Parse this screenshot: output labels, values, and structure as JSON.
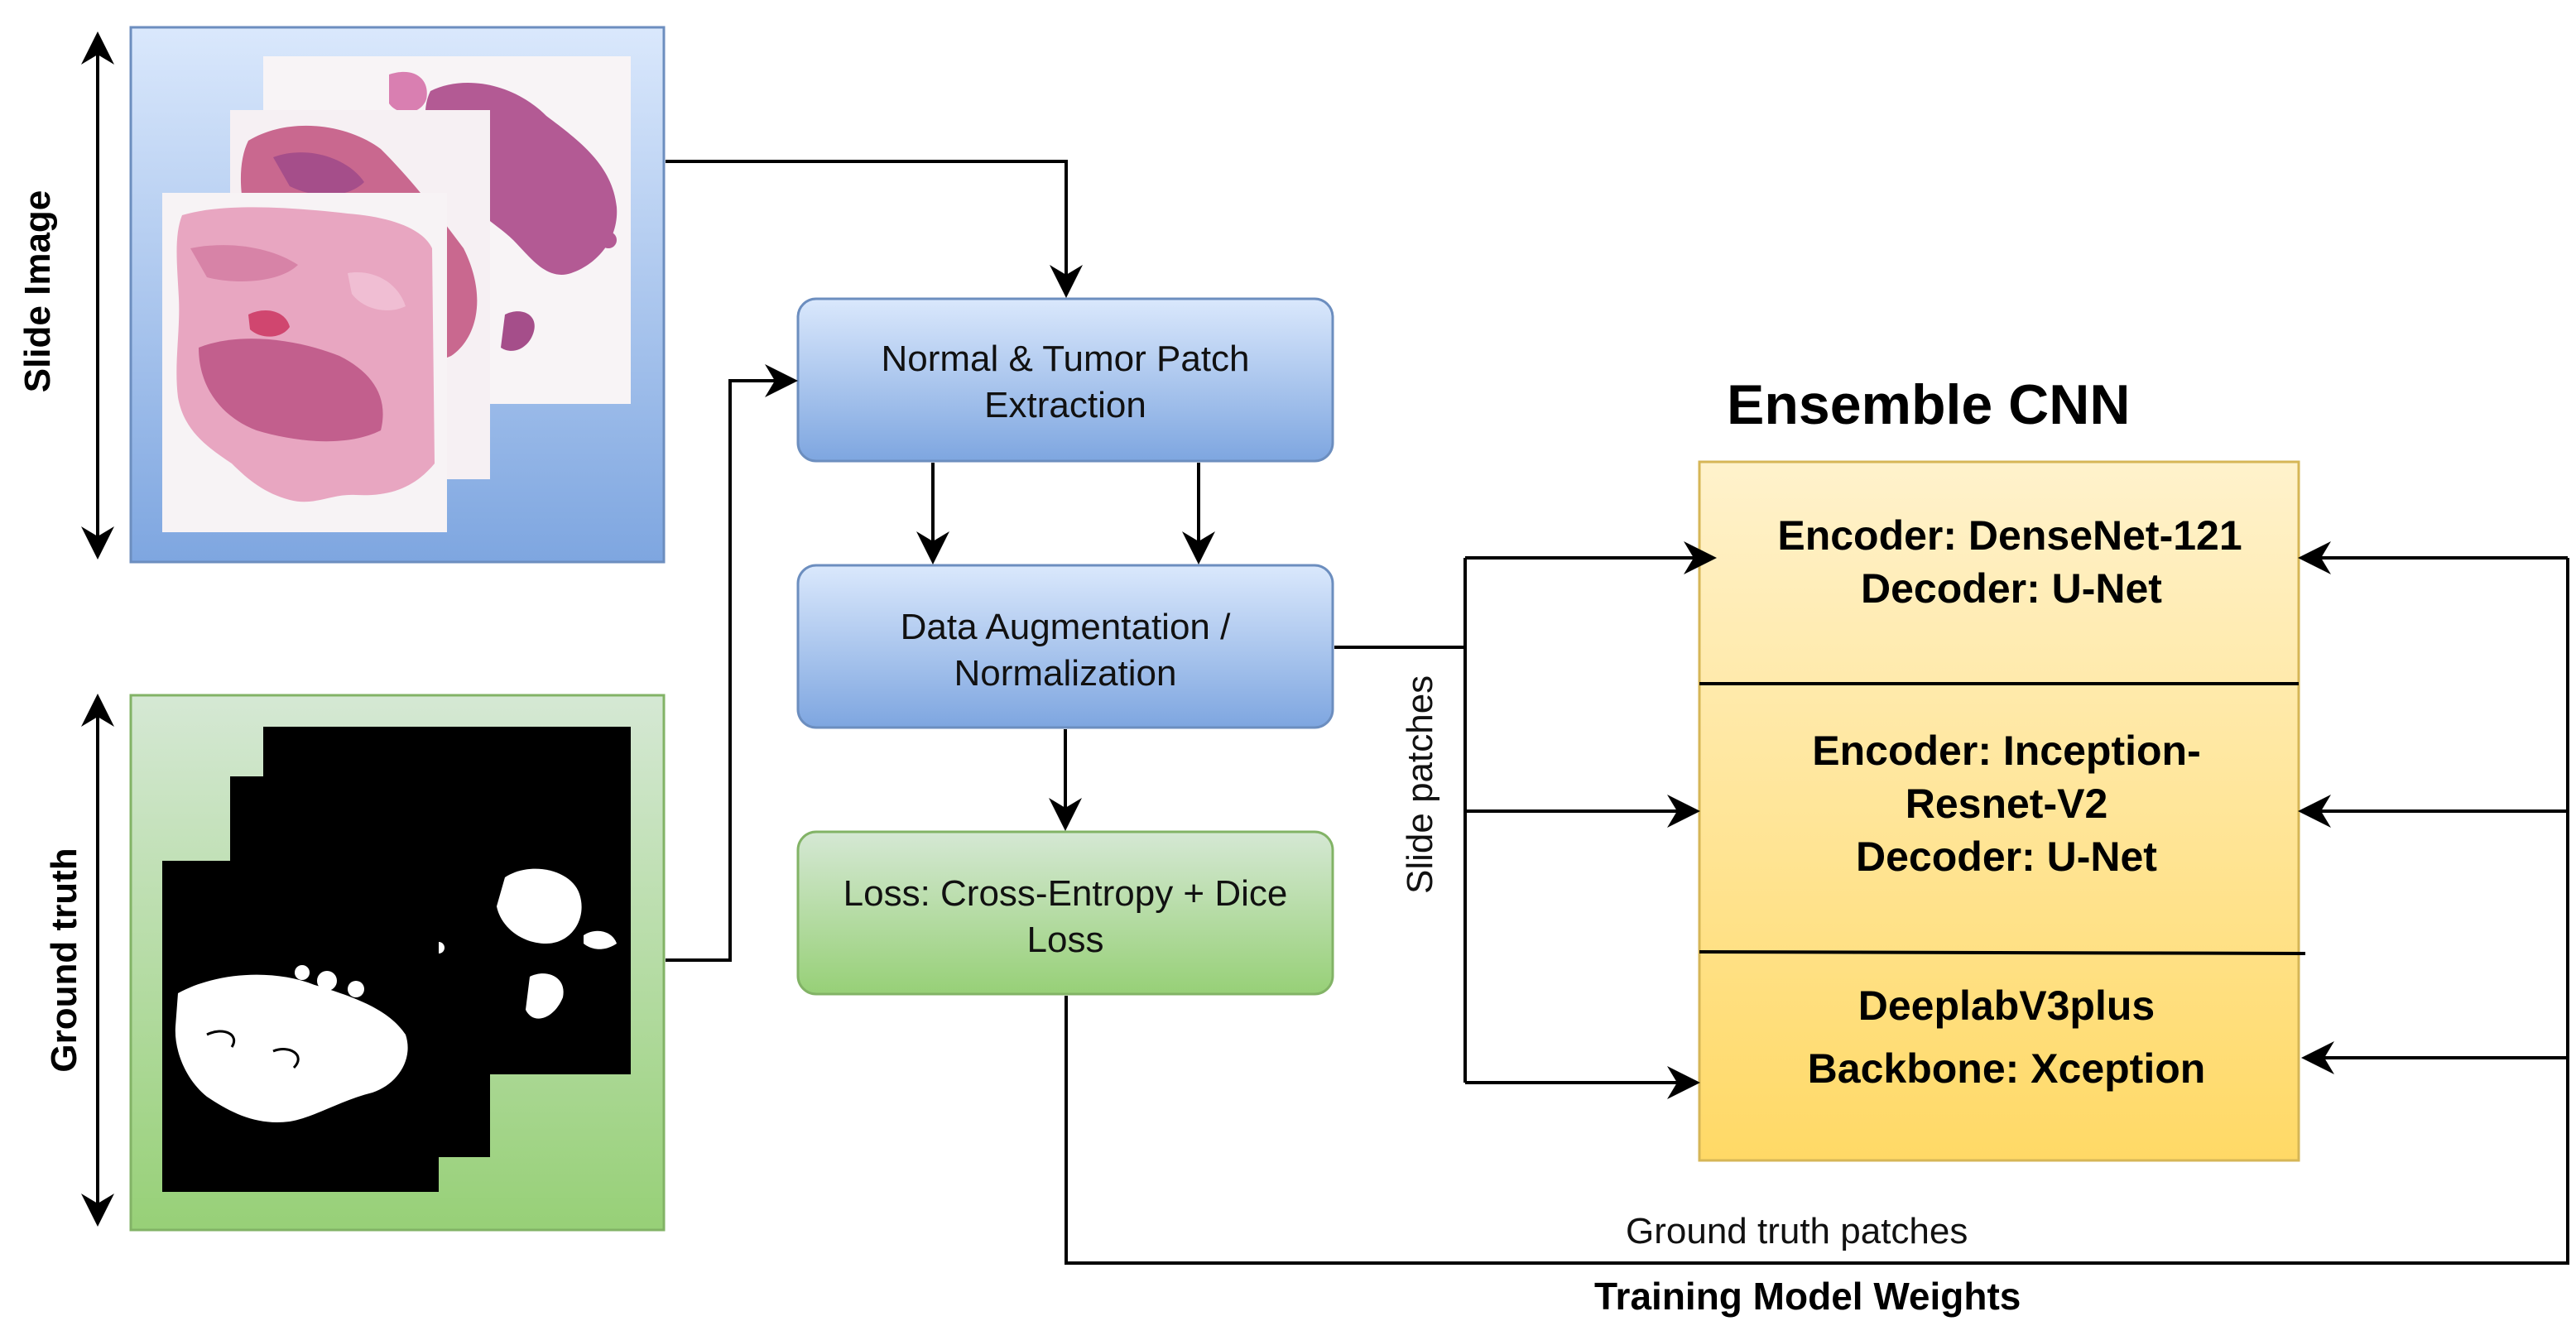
{
  "left_panels": {
    "slide_label": "Slide Image",
    "truth_label": "Ground truth"
  },
  "steps": {
    "patch_extraction": [
      "Normal & Tumor Patch",
      "Extraction"
    ],
    "augmentation": [
      "Data Augmentation /",
      "Normalization"
    ],
    "loss": [
      "Loss: Cross-Entropy + Dice",
      "Loss"
    ]
  },
  "ensemble": {
    "title": "Ensemble CNN",
    "models": [
      [
        "Encoder: DenseNet-121",
        "Decoder: U-Net"
      ],
      [
        "Encoder: Inception-",
        "Resnet-V2",
        "Decoder: U-Net"
      ],
      [
        "DeeplabV3plus",
        "Backbone: Xception"
      ]
    ]
  },
  "edges": {
    "slide_patches": "Slide patches",
    "truth_patches": "Ground truth patches",
    "training": "Training Model Weights"
  },
  "colors": {
    "slide_panel": [
      "#dae8fc",
      "#7ea6e0"
    ],
    "truth_panel": [
      "#d5e8d4",
      "#97d077"
    ],
    "step_blue": [
      "#dae8fc",
      "#7ea6e0"
    ],
    "step_green": [
      "#d5e8d4",
      "#97d077"
    ],
    "ensemble": [
      "#fff2cc",
      "#ffd966"
    ],
    "tissue": "#e8a6c1",
    "mask": "#000000"
  }
}
